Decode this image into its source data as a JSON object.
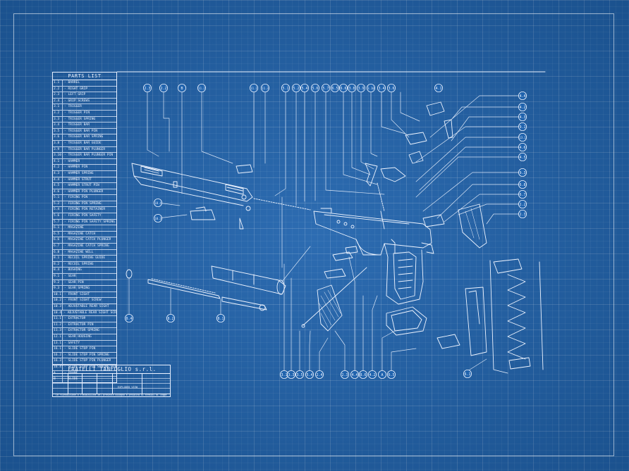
{
  "parts_list": {
    "title": "PARTS LIST",
    "items": [
      {
        "code": "1.1",
        "desc": "BARREL"
      },
      {
        "code": "2.2",
        "desc": "RIGHT GRIP"
      },
      {
        "code": "2.3",
        "desc": "LEFT GRIP"
      },
      {
        "code": "2.4",
        "desc": "GRIP SCREWS"
      },
      {
        "code": "3.1",
        "desc": "TRIGGER"
      },
      {
        "code": "3.2",
        "desc": "TRIGGER PIN"
      },
      {
        "code": "3.3",
        "desc": "TRIGGER SPRING"
      },
      {
        "code": "3.4",
        "desc": "TRIGGER BAR"
      },
      {
        "code": "3.5",
        "desc": "TRIGGER BAR PIN"
      },
      {
        "code": "3.6",
        "desc": "TRIGGER BAR SPRING"
      },
      {
        "code": "3.8",
        "desc": "TRIGGER BAR GUIDE"
      },
      {
        "code": "3.9",
        "desc": "TRIGGER BAR PLUNGER"
      },
      {
        "code": "3.10",
        "desc": "TRIGGER BAR PLUNGER PIN"
      },
      {
        "code": "4.1",
        "desc": "HAMMER"
      },
      {
        "code": "4.2",
        "desc": "HAMMER PIN"
      },
      {
        "code": "4.3",
        "desc": "HAMMER SPRING"
      },
      {
        "code": "4.4",
        "desc": "HAMMER STRUT"
      },
      {
        "code": "4.5",
        "desc": "HAMMER STRUT PIN"
      },
      {
        "code": "4.6",
        "desc": "HAMMER PIN PLUNGER"
      },
      {
        "code": "5.1",
        "desc": "FIRING PIN"
      },
      {
        "code": "5.2",
        "desc": "FIRING PIN SPRING"
      },
      {
        "code": "5.4",
        "desc": "FIRING PIN RETAINER"
      },
      {
        "code": "5.6",
        "desc": "FIRING PIN SAFETY"
      },
      {
        "code": "5.7",
        "desc": "FIRING PIN SAFETY SPRING"
      },
      {
        "code": "6.1",
        "desc": "MAGAZINE"
      },
      {
        "code": "6.5",
        "desc": "MAGAZINE CATCH"
      },
      {
        "code": "6.6",
        "desc": "MAGAZINE CATCH PLUNGER"
      },
      {
        "code": "6.7",
        "desc": "MAGAZINE CATCH SPRING"
      },
      {
        "code": "6.8",
        "desc": "MAGAZINE WELL"
      },
      {
        "code": "8.1",
        "desc": "RECOIL SPRING GUIDE"
      },
      {
        "code": "8.2",
        "desc": "RECOIL SPRING"
      },
      {
        "code": "8.4",
        "desc": "BUSHING"
      },
      {
        "code": "9.1",
        "desc": "SEAR"
      },
      {
        "code": "9.2",
        "desc": "SEAR PIN"
      },
      {
        "code": "9.3",
        "desc": "SEAR SPRING"
      },
      {
        "code": "10.1",
        "desc": "FRONT SIGHT"
      },
      {
        "code": "10.2",
        "desc": "FRONT SIGHT SCREW"
      },
      {
        "code": "10.3",
        "desc": "ADJUSTABLE REAR SIGHT"
      },
      {
        "code": "10.4",
        "desc": "ADJUSTABLE REAR SIGHT SCREW"
      },
      {
        "code": "11.1",
        "desc": "EXTRACTOR"
      },
      {
        "code": "11.2",
        "desc": "EXTRACTOR PIN"
      },
      {
        "code": "11.3",
        "desc": "EXTRACTOR SPRING"
      },
      {
        "code": "12.1",
        "desc": "SEAR HOUSING"
      },
      {
        "code": "13.1",
        "desc": "SAFETY"
      },
      {
        "code": "16.1",
        "desc": "SLIDE STOP PIN"
      },
      {
        "code": "16.2",
        "desc": "SLIDE STOP PIN SPRING"
      },
      {
        "code": "16.3",
        "desc": "SLIDE STOP PIN PLUNGER"
      },
      {
        "code": "16.4",
        "desc": "SLIDE STOP PIN SPRING PIN"
      },
      {
        "code": "A",
        "desc": "FRAME"
      },
      {
        "code": "B",
        "desc": "SLIDE"
      }
    ]
  },
  "title_block": {
    "company": "FRATELLI TANFOGLIO s.r.l.",
    "view": "EXPLODED VIEW",
    "note": "La riproduzione o trasmissione del presente disegno è proibita ai termini di legge"
  },
  "callouts": {
    "left_top": [
      "2.3",
      "2.2",
      "B",
      "11.2"
    ],
    "center_top": [
      "11.1",
      "11.3",
      "5.1",
      "5.2",
      "5.4",
      "5.6",
      "5.7",
      "6.5",
      "6.6",
      "3.8",
      "3.9",
      "3.10",
      "3.4",
      "3.6"
    ],
    "right_top": "4.1",
    "right_side": [
      "4.4",
      "4.2",
      "4.3",
      "9.1",
      "13.1",
      "4.6",
      "4.5",
      "9.3",
      "6.8",
      "6.7",
      "2.2",
      "2.3"
    ],
    "left_side": [
      "10.4",
      "10.3"
    ],
    "bottom_left": [
      "8.4",
      "8.2",
      "8.1"
    ],
    "bottom_center": [
      "3.1",
      "3.3",
      "3.5",
      "5.4",
      "2.4"
    ],
    "bottom_right": [
      "2.3",
      "4.4",
      "8.6",
      "4.2",
      "A",
      "6.5"
    ],
    "bottom_mag": "6.1"
  },
  "colors": {
    "background": "#2063ad",
    "line": "#eef4ff"
  }
}
